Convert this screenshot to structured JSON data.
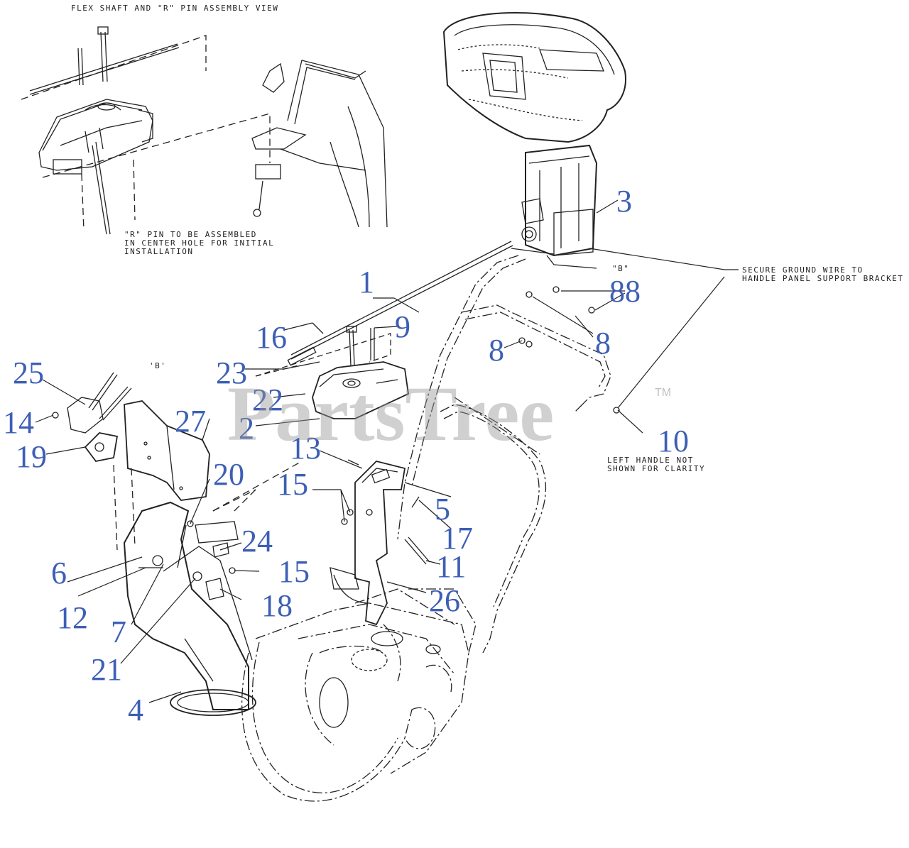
{
  "diagram": {
    "assembly_view_title": "FLEX SHAFT AND \"R\" PIN ASSEMBLY VIEW",
    "notes": {
      "r_pin_line1": "\"R\" PIN TO BE ASSEMBLED",
      "r_pin_line2": "IN CENTER HOLE FOR INITIAL",
      "r_pin_line3": "INSTALLATION",
      "ground_wire_line1": "SECURE GROUND WIRE TO",
      "ground_wire_line2": "HANDLE PANEL SUPPORT BRACKET",
      "left_handle_line1": "LEFT HANDLE NOT",
      "left_handle_line2": "SHOWN FOR CLARITY",
      "b_ref_right": "\"B\"",
      "b_ref_left": "'B'"
    },
    "callouts": [
      "3",
      "1",
      "8",
      "8",
      "8",
      "8",
      "16",
      "9",
      "25",
      "23",
      "22",
      "14",
      "27",
      "2",
      "19",
      "10",
      "13",
      "20",
      "15",
      "5",
      "17",
      "24",
      "6",
      "15",
      "11",
      "12",
      "18",
      "26",
      "7",
      "21",
      "4"
    ],
    "watermark": "PartsTree",
    "trademark": "TM"
  }
}
